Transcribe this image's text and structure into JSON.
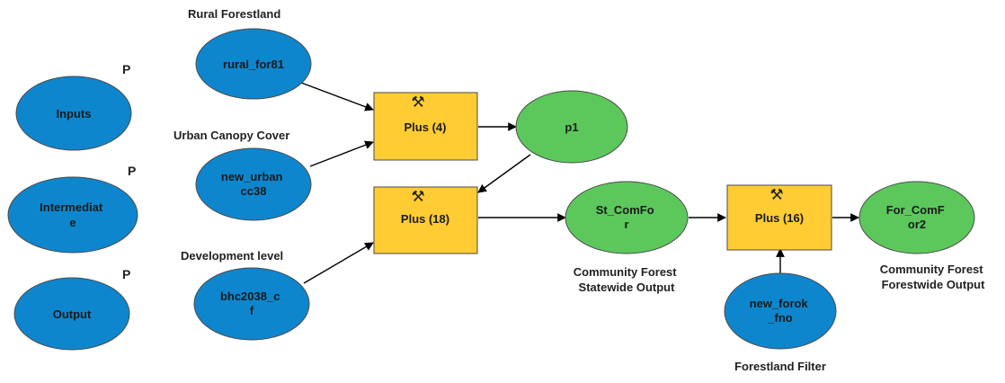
{
  "colors": {
    "input_oval": "#0e86cd",
    "output_oval": "#5cc85c",
    "tool_box": "#ffcc33",
    "connector": "#000000",
    "outline": "#4a4a4a"
  },
  "legend": {
    "inputs": {
      "label": "Inputs",
      "badge": "P"
    },
    "intermediate": {
      "label": [
        "Intermediat",
        "e"
      ],
      "badge": "P"
    },
    "output": {
      "label": "Output",
      "badge": "P"
    }
  },
  "inputs": {
    "rural": {
      "label": [
        "rural_for81"
      ],
      "caption": "Rural Forestland"
    },
    "urban": {
      "label": [
        "new_urban",
        "cc38"
      ],
      "caption": "Urban Canopy Cover"
    },
    "development": {
      "label": [
        "bhc2038_c",
        "f"
      ],
      "caption": "Development level"
    },
    "forestland": {
      "label": [
        "new_forok",
        "_fno"
      ],
      "caption": "Forestland Filter"
    }
  },
  "tools": {
    "plus4": {
      "label": "Plus (4)",
      "icon": "hammer-icon"
    },
    "plus18": {
      "label": "Plus (18)",
      "icon": "hammer-icon"
    },
    "plus16": {
      "label": "Plus (16)",
      "icon": "hammer-icon"
    }
  },
  "outputs": {
    "p1": {
      "label": [
        "p1"
      ]
    },
    "statewide": {
      "label": [
        "St_ComFo",
        "r"
      ],
      "caption": [
        "Community Forest",
        "Statewide Output"
      ]
    },
    "forestwide": {
      "label": [
        "For_ComF",
        "or2"
      ],
      "caption": [
        "Community Forest",
        "Forestwide Output"
      ]
    }
  }
}
